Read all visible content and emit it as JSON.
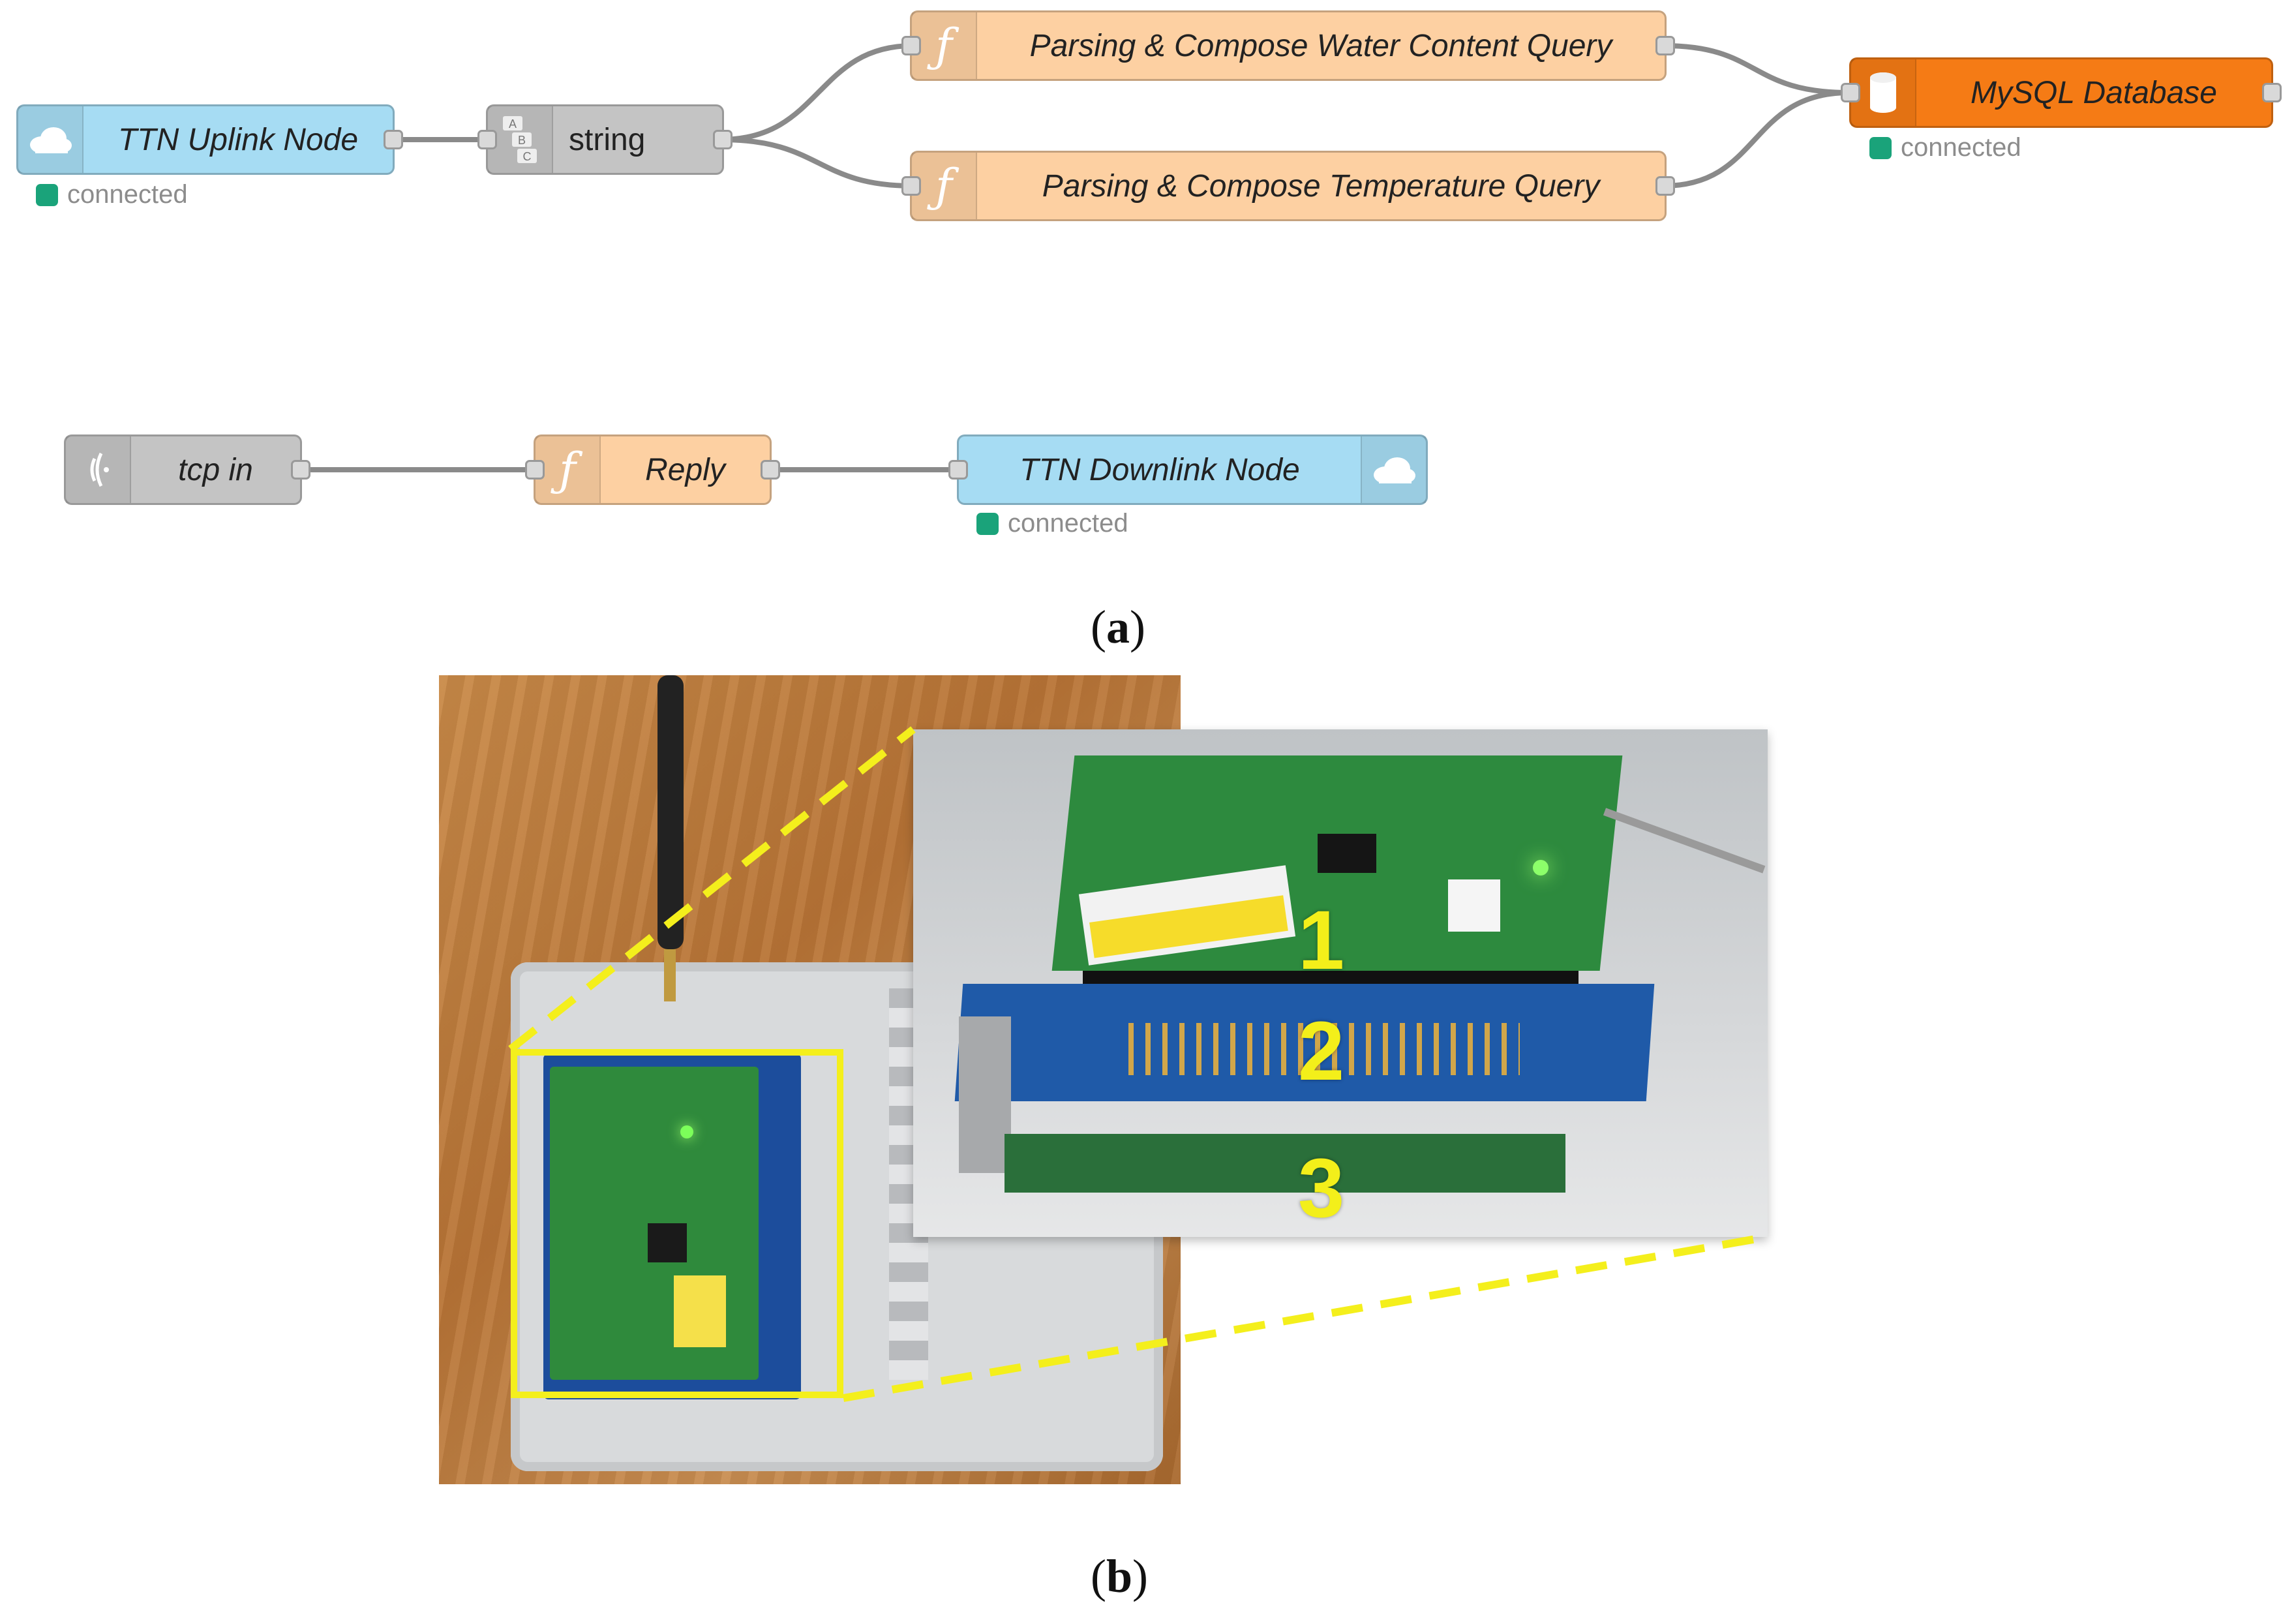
{
  "flow": {
    "nodes": {
      "ttn_uplink": {
        "label": "TTN Uplink Node",
        "status": "connected"
      },
      "string": {
        "label": "string"
      },
      "parse_water": {
        "label": "Parsing & Compose Water Content Query"
      },
      "parse_temp": {
        "label": "Parsing & Compose Temperature Query"
      },
      "mysql": {
        "label": "MySQL Database",
        "status": "connected"
      },
      "tcp_in": {
        "label": "tcp in"
      },
      "reply": {
        "label": "Reply"
      },
      "ttn_downlink": {
        "label": "TTN Downlink Node",
        "status": "connected"
      }
    },
    "icons": {
      "function": "ƒ",
      "string_letters": [
        "A",
        "B",
        "C"
      ]
    },
    "colors": {
      "ttn": "#a6dcf3",
      "string": "#c4c4c4",
      "function": "#fdd0a2",
      "mysql": "#f57b15",
      "tcp": "#c4c4c4",
      "status": "#1aa37a"
    }
  },
  "captions": {
    "a": "a",
    "b": "b"
  },
  "photo": {
    "layer_labels": [
      "1",
      "2",
      "3"
    ]
  }
}
